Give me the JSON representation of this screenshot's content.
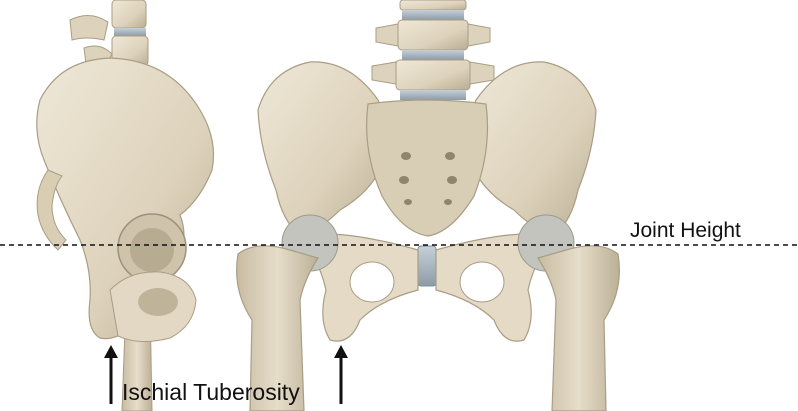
{
  "labels": {
    "joint_height": "Joint Height",
    "ischial_tuberosity": "Ischial Tuberosity"
  },
  "colors": {
    "background": "#ffffff",
    "bone_light": "#e9e1cf",
    "bone_mid": "#d4c9b1",
    "bone_shadow": "#a99d85",
    "cartilage": "#a9b7c2",
    "line": "#111111"
  },
  "figure": {
    "views": [
      "pelvis-lateral-view",
      "pelvis-anterior-view"
    ]
  }
}
